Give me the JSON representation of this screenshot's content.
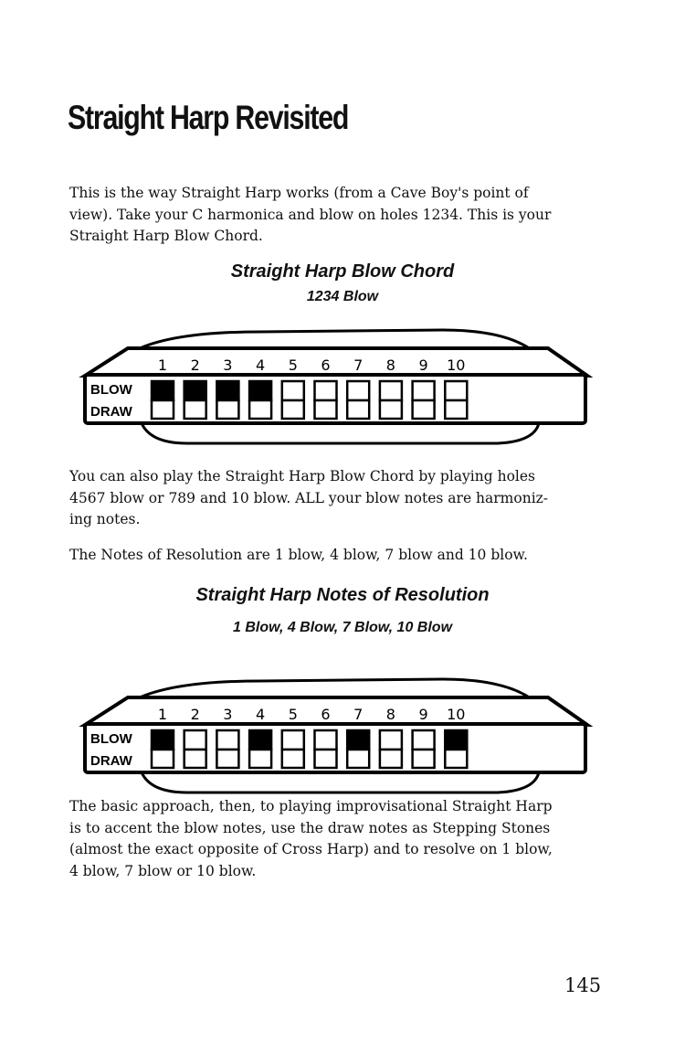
{
  "title": "Straight Harp Revisited",
  "paragraph1": [
    "This is the way Straight Harp works (from a Cave Boy's point of",
    "view). Take your C harmonica and blow on holes 1234. This is your",
    "Straight Harp Blow Chord."
  ],
  "figure1": {
    "heading": "Straight Harp Blow Chord",
    "subheading": "1234 Blow",
    "blow_label": "BLOW",
    "draw_label": "DRAW",
    "hole_numbers": [
      "1",
      "2",
      "3",
      "4",
      "5",
      "6",
      "7",
      "8",
      "9",
      "10"
    ],
    "blow_holes": [
      1,
      2,
      3,
      4
    ]
  },
  "paragraph2": [
    "You can also play the Straight Harp Blow Chord by playing holes",
    "4567 blow or 789 and 10 blow. ALL your blow notes are harmoniz-",
    "ing notes."
  ],
  "paragraph3": "The Notes of Resolution are 1 blow, 4 blow, 7 blow and 10 blow.",
  "figure2": {
    "heading": "Straight Harp Notes of Resolution",
    "subheading": "1 Blow,  4 Blow,  7 Blow,  10 Blow",
    "blow_label": "BLOW",
    "draw_label": "DRAW",
    "hole_numbers": [
      "1",
      "2",
      "3",
      "4",
      "5",
      "6",
      "7",
      "8",
      "9",
      "10"
    ],
    "blow_holes": [
      1,
      4,
      7,
      10
    ]
  },
  "paragraph4": [
    "The basic approach, then, to playing improvisational Straight Harp",
    "is to accent the blow notes, use the draw notes as Stepping Stones",
    "(almost the exact opposite of Cross Harp) and to resolve on 1 blow,",
    "4 blow, 7 blow or 10 blow."
  ],
  "page_number": "145"
}
